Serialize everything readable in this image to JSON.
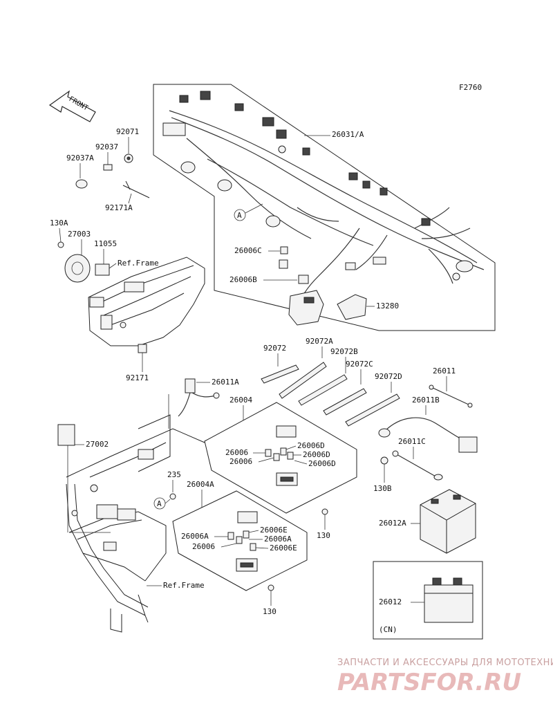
{
  "diagram": {
    "code": "F2760",
    "front_label": "FRONT",
    "labels": {
      "p92071": "92071",
      "p92037": "92037",
      "p92037A": "92037A",
      "p92171A": "92171A",
      "p130A": "130A",
      "p27003": "27003",
      "p11055": "11055",
      "ref_frame_1": "Ref.Frame",
      "p92171": "92171",
      "p26031A": "26031/A",
      "p26006C": "26006C",
      "p26006B": "26006B",
      "p13280": "13280",
      "marker_a1": "A",
      "p92072": "92072",
      "p92072A": "92072A",
      "p92072B": "92072B",
      "p92072C": "92072C",
      "p92072D": "92072D",
      "p26011": "26011",
      "p26011A": "26011A",
      "p26004": "26004",
      "p26011B": "26011B",
      "p27002": "27002",
      "p26006_1": "26006",
      "p26006D_1": "26006D",
      "p26006D_2": "26006D",
      "p26006_2": "26006",
      "p26006D_3": "26006D",
      "p26011C": "26011C",
      "p235": "235",
      "p26004A": "26004A",
      "marker_a2": "A",
      "p130B": "130B",
      "p130_1": "130",
      "p26012A": "26012A",
      "p26006E_1": "26006E",
      "p26006A_1": "26006A",
      "p26006A_2": "26006A",
      "p26006_3": "26006",
      "p26006E_2": "26006E",
      "ref_frame_2": "Ref.Frame",
      "p130_2": "130",
      "p26012": "26012",
      "cn": "(CN)"
    }
  },
  "watermark": {
    "tagline": "ЗАПЧАСТИ И АКСЕССУАРЫ ДЛЯ МОТОТЕХНИКИ",
    "brand": "PARTSFOR.RU"
  }
}
